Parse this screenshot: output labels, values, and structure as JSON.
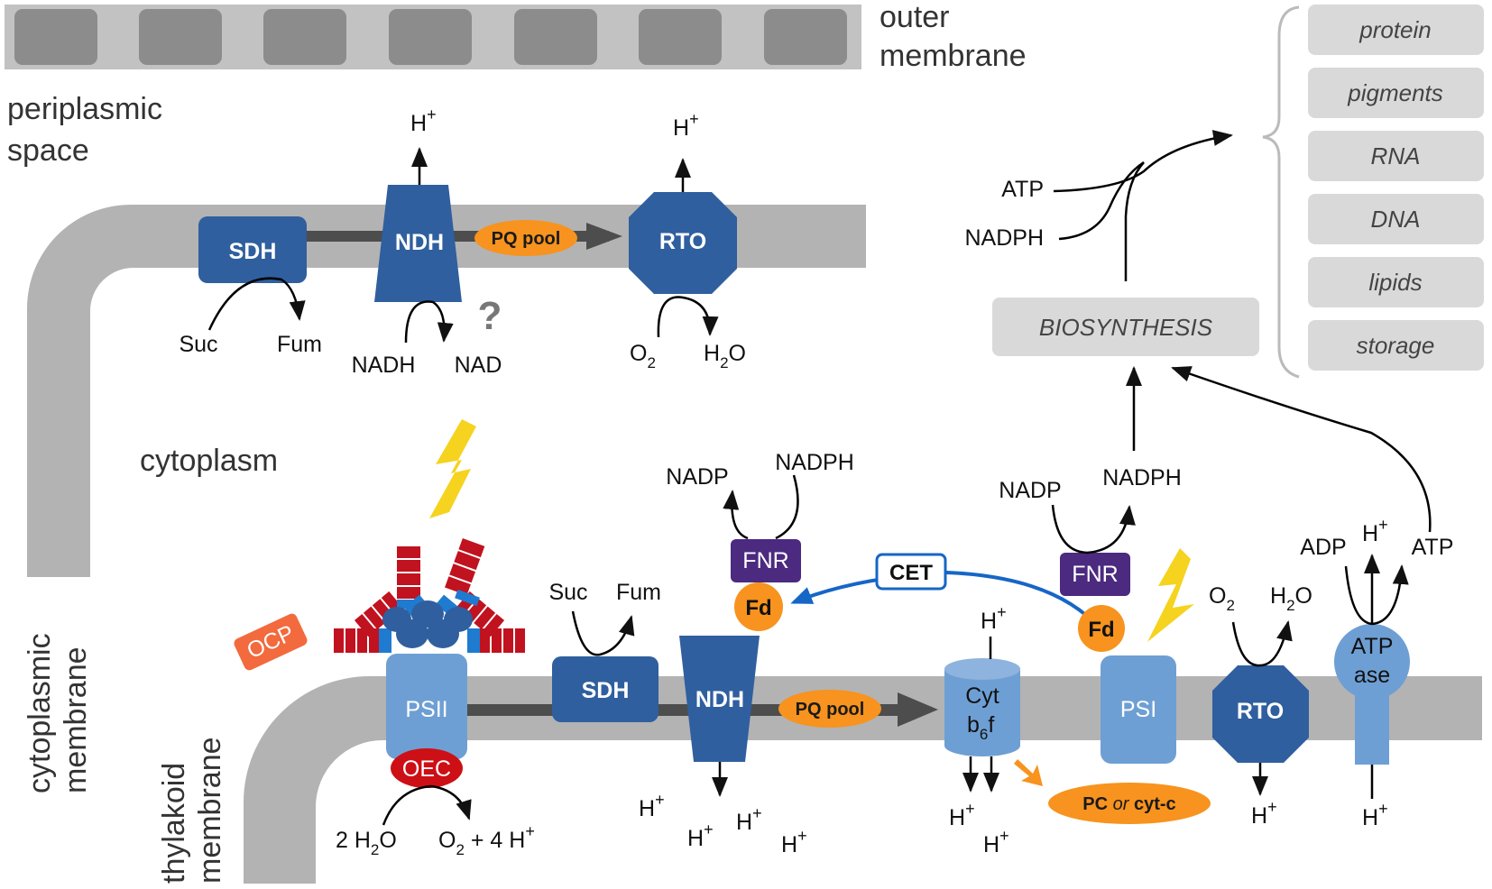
{
  "membranes": {
    "outer": "outer\nmembrane",
    "periplasmic": "periplasmic\nspace",
    "cytoplasm": "cytoplasm",
    "cytoplasmic": "cytoplasmic\nmembrane",
    "thylakoid": "thylakoid\nmembrane"
  },
  "top": {
    "sdh": "SDH",
    "ndh": "NDH",
    "pq": "PQ pool",
    "rto": "RTO",
    "suc": "Suc",
    "fum": "Fum",
    "nadh": "NADH",
    "nad": "NAD",
    "question": "?",
    "o2": "O",
    "o2_sub": "2",
    "h2o_h": "H",
    "h2o_sub": "2",
    "h2o_o": "O",
    "hplus_h": "H",
    "hplus_sup": "+"
  },
  "thylakoid": {
    "psii": "PSII",
    "oec": "OEC",
    "ocp": "OCP",
    "sdh": "SDH",
    "ndh": "NDH",
    "pq": "PQ pool",
    "cyt_top": "Cyt",
    "cyt_b": "b",
    "cyt_sub": "6",
    "cyt_f": "f",
    "psi": "PSI",
    "rto": "RTO",
    "atp_top": "ATP",
    "atp_bottom": "ase",
    "fnr": "FNR",
    "fd": "Fd",
    "cet": "CET",
    "pc_a": "PC ",
    "pc_or": "or",
    "pc_b": " cyt-c",
    "suc": "Suc",
    "fum": "Fum",
    "nadp": "NADP",
    "nadph": "NADPH",
    "adp": "ADP",
    "atp": "ATP",
    "water_2": "2 H",
    "water_sub": "2",
    "water_o": "O",
    "o2_o": "O",
    "o2_sub": "2",
    "o2_rest": " + 4 H",
    "plus": "+"
  },
  "biosynthesis": {
    "label": "BIOSYNTHESIS",
    "atp": "ATP",
    "nadph": "NADPH",
    "products": [
      "protein",
      "pigments",
      "RNA",
      "DNA",
      "lipids",
      "storage"
    ]
  },
  "colors": {
    "protein_dark": "#2f5f9e",
    "protein_light": "#6e9fd4",
    "pq": "#f7931e",
    "membrane": "#b3b3b3",
    "fnr": "#4b2a80",
    "oec": "#cc1016",
    "cet": "#1666c6",
    "lightning": "#f5d31f",
    "ocp": "#f26a3d"
  },
  "icons": [
    "lightning-icon",
    "antenna-icon"
  ]
}
